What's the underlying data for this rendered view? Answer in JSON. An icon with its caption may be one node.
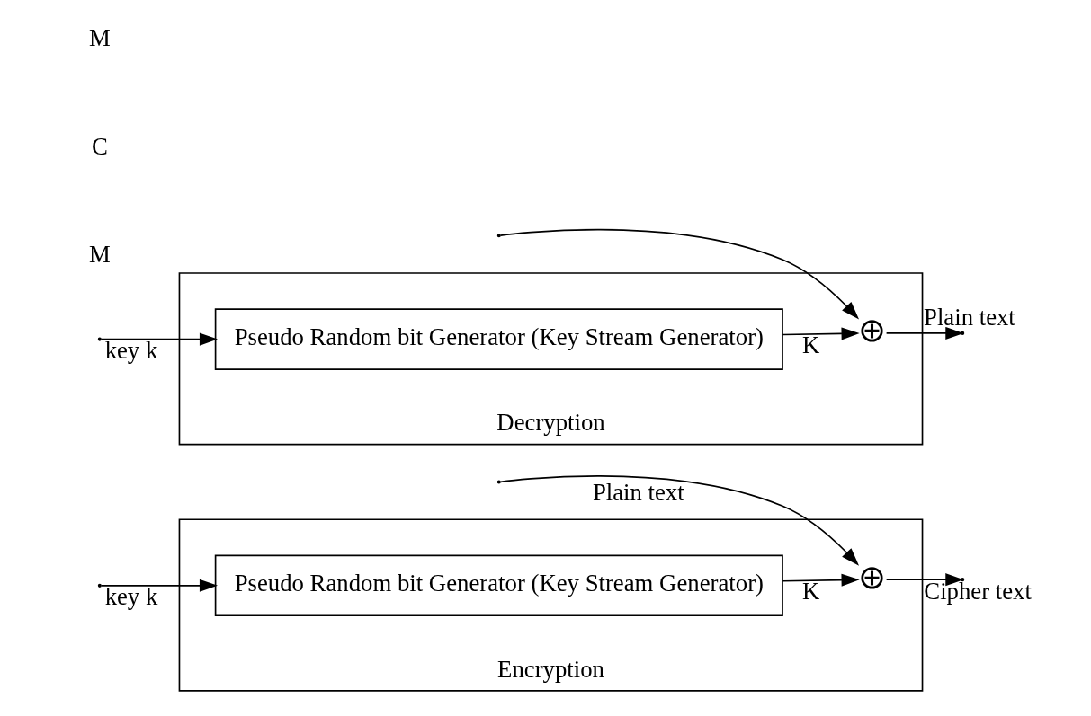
{
  "diagram": {
    "nodes": [
      {
        "text": [
          "Encryption"
        ]
      },
      {
        "text": [
          "Pseudo Random bit Generator (Key Stream Generator)"
        ],
        "in": 0
      },
      {
        "text": [
          "⊕"
        ],
        "in": 0
      },
      {
        "text": [
          "Decryption"
        ]
      },
      {
        "text": [
          "Pseudo Random bit Generator (Key Stream Generator)"
        ],
        "in": 3
      },
      {
        "text": [
          "⊕"
        ],
        "in": 3
      }
    ],
    "edges": [
      {
        "from": null,
        "to": 1,
        "arrow": "to",
        "label": "key k"
      },
      {
        "from": 1,
        "to": 2,
        "arrow": "to",
        "label": "K"
      },
      {
        "from": null,
        "to": 2,
        "arrow": "to",
        "label": "Plain text"
      },
      {
        "from": 2,
        "to": null,
        "arrow": "to",
        "label": "Cipher text"
      },
      {
        "from": null,
        "to": 4,
        "arrow": "to",
        "label": "key k"
      },
      {
        "from": 4,
        "to": 5,
        "arrow": "to",
        "label": "K"
      },
      {
        "from": null,
        "to": 5,
        "arrow": "to"
      },
      {
        "from": 5,
        "to": null,
        "arrow": "to",
        "label": "Plain text"
      }
    ],
    "labels": [
      "M",
      "C",
      "M"
    ]
  }
}
